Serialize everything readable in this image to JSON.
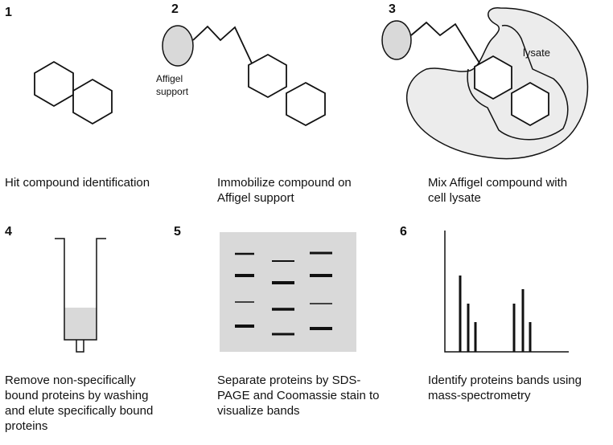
{
  "steps": [
    {
      "number": "1",
      "caption_lines": [
        "Hit compound identification"
      ]
    },
    {
      "number": "2",
      "caption_lines": [
        "Immobilize compound on",
        "Affigel support"
      ]
    },
    {
      "number": "3",
      "caption_lines": [
        "Mix Affigel compound with",
        "cell lysate"
      ]
    },
    {
      "number": "4",
      "caption_lines": [
        "Remove non-specifically",
        "bound proteins by washing",
        "and elute specifically bound",
        "proteins"
      ]
    },
    {
      "number": "5",
      "caption_lines": [
        "Separate proteins by SDS-",
        "PAGE and Coomassie stain to",
        "visualize bands"
      ]
    },
    {
      "number": "6",
      "caption_lines": [
        "Identify proteins bands using",
        "mass-spectrometry"
      ]
    }
  ],
  "labels": {
    "affigel_lines": [
      "Affigel",
      "support"
    ],
    "lysate": "lysate"
  },
  "colors": {
    "bead_fill": "#d9d9d9",
    "lysate_fill": "#ececec",
    "gel_fill": "#d9d9d9",
    "liquid_fill": "#d9d9d9",
    "stroke": "#111111"
  }
}
